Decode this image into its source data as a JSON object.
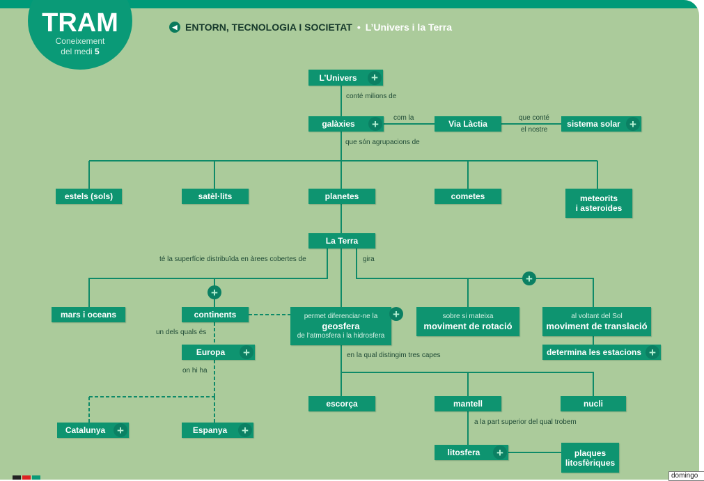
{
  "header": {
    "logo_title": "TRAM",
    "logo_sub1": "Coneixement",
    "logo_sub2": "del medi",
    "logo_num": "5",
    "section": "ENTORN, TECNOLOGIA I SOCIETAT",
    "separator": "•",
    "current": "L’Univers i la Terra"
  },
  "nodes": {
    "univers": "L’Univers",
    "galaxies": "galàxies",
    "via": "Via Làctia",
    "sistema": "sistema solar",
    "estels": "estels (sols)",
    "satelits": "satèl·lits",
    "planetes": "planetes",
    "cometes": "cometes",
    "meteorits1": "meteorits",
    "meteorits2": "i asteroides",
    "terra": "La Terra",
    "mars": "mars i oceans",
    "continents": "continents",
    "geo_pre": "permet diferenciar-ne la",
    "geo": "geosfera",
    "geo_post": "de l’atmosfera i la hidrosfera",
    "rot_pre": "sobre si mateixa",
    "rot": "moviment de rotació",
    "tra_pre": "al voltant del Sol",
    "tra": "moviment de translació",
    "estacions": "determina les estacions",
    "europa": "Europa",
    "catalunya": "Catalunya",
    "espanya": "Espanya",
    "escorca": "escorça",
    "mantell": "mantell",
    "nucli": "nucli",
    "litosfera": "litosfera",
    "plaques1": "plaques",
    "plaques2": "litosfèriques"
  },
  "labels": {
    "l1": "conté milions de",
    "l2": "com la",
    "l3": "que conté",
    "l4": "el nostre",
    "l5": "que són agrupacions de",
    "l6": "té la superfície distribuïda en àrees cobertes de",
    "l7": "gira",
    "l8": "un dels quals és",
    "l9": "on hi ha",
    "l10": "en la qual distingim tres capes",
    "l11": "a la part superior del qual trobem"
  },
  "plus_symbol": "+",
  "tooltip": "domingo"
}
